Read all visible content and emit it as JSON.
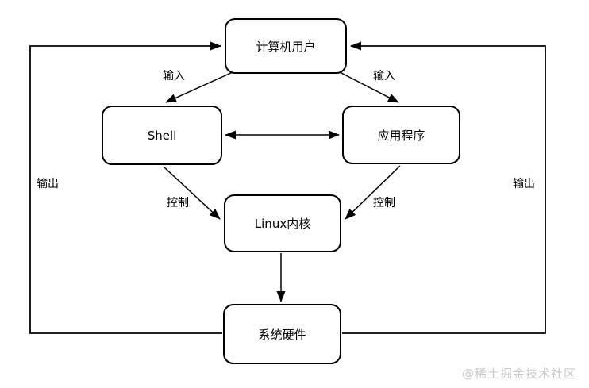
{
  "diagram": {
    "nodes": [
      {
        "id": "user",
        "label": "计算机用户"
      },
      {
        "id": "shell",
        "label": "Shell"
      },
      {
        "id": "app",
        "label": "应用程序"
      },
      {
        "id": "kernel",
        "label": "Linux内核"
      },
      {
        "id": "hardware",
        "label": "系统硬件"
      }
    ],
    "edges": [
      {
        "from": "user",
        "to": "shell",
        "label": "输入",
        "bidirectional": false
      },
      {
        "from": "user",
        "to": "app",
        "label": "输入",
        "bidirectional": false
      },
      {
        "from": "shell",
        "to": "app",
        "label": "",
        "bidirectional": true
      },
      {
        "from": "shell",
        "to": "kernel",
        "label": "控制",
        "bidirectional": false
      },
      {
        "from": "app",
        "to": "kernel",
        "label": "控制",
        "bidirectional": false
      },
      {
        "from": "kernel",
        "to": "hardware",
        "label": "",
        "bidirectional": false
      },
      {
        "from": "hardware",
        "to": "user",
        "label": "输出",
        "bidirectional": false,
        "route": "left-loop"
      },
      {
        "from": "hardware",
        "to": "user",
        "label": "输出",
        "bidirectional": false,
        "route": "right-loop"
      }
    ],
    "colors": {
      "stroke": "#000000",
      "node_fill": "#ffffff",
      "text": "#000000",
      "watermark": "#c9c9c9",
      "background": "#ffffff"
    }
  },
  "watermark": "@稀土掘金技术社区"
}
